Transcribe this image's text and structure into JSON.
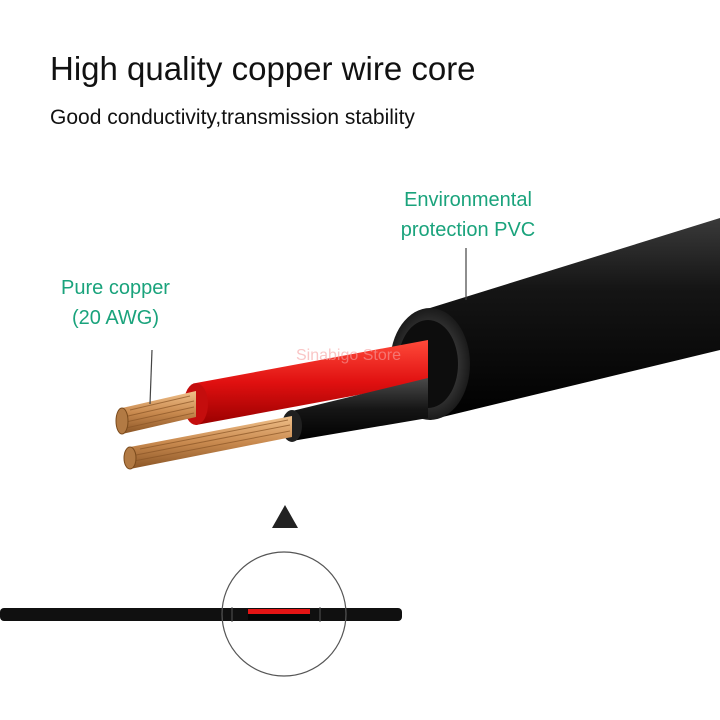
{
  "headline": "High quality copper wire core",
  "subline": "Good conductivity,transmission stability",
  "callouts": {
    "jacket": {
      "line1": "Environmental",
      "line2": "protection PVC"
    },
    "core": {
      "line1": "Pure copper",
      "line2": "(20 AWG)"
    }
  },
  "watermark": "Sinabigo Store",
  "colors": {
    "callout_text": "#1aa37c",
    "jacket": "#121212",
    "red_insulation": "#e31414",
    "black_insulation": "#161616",
    "copper": "#c98a4f",
    "cross_section_band": "#e31414"
  },
  "icons": {
    "pointer": "triangle-up-icon"
  }
}
